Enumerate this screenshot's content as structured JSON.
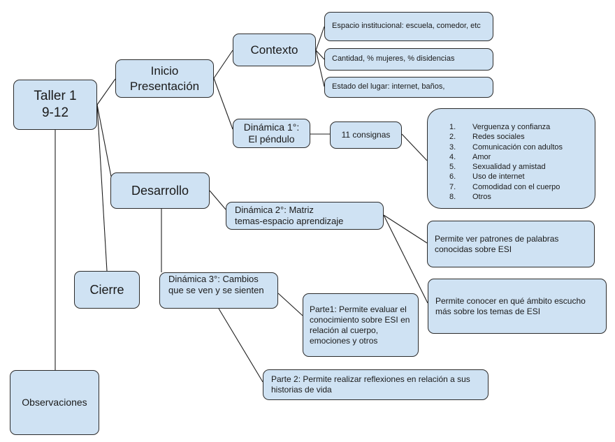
{
  "nodes": {
    "taller": "Taller 1\n9-12",
    "observaciones": "Observaciones",
    "inicio": "Inicio\nPresentación",
    "desarrollo": "Desarrollo",
    "cierre": "Cierre",
    "contexto": "Contexto",
    "espacio": "Espacio institucional: escuela, comedor, etc",
    "cantidad": "Cantidad, % mujeres, % disidencias",
    "estado": "Estado del lugar: internet, baños,",
    "dinamica1": "Dinámica 1°:\nEl péndulo",
    "consignas": "11 consignas",
    "dinamica2": "Dinámica 2°: Matriz\ntemas-espacio aprendizaje",
    "patrones": "Permite ver patrones de palabras conocidas sobre ESI",
    "ambito": "Permite conocer en qué ámbito escucho más sobre los temas de ESI",
    "dinamica3": "Dinámica 3°: Cambios que se ven y se sienten",
    "parte1": "Parte1: Permite evaluar el conocimiento sobre ESI en relación al cuerpo, emociones y otros",
    "parte2": "Parte 2: Permite realizar reflexiones en relación a sus historias de vida"
  },
  "consignas_list": [
    {
      "num": "1.",
      "text": "Verguenza y confianza"
    },
    {
      "num": "2.",
      "text": "Redes sociales"
    },
    {
      "num": "3.",
      "text": "Comunicación con adultos"
    },
    {
      "num": "4.",
      "text": "Amor"
    },
    {
      "num": "5.",
      "text": "Sexualidad y amistad"
    },
    {
      "num": "6.",
      "text": "Uso de internet"
    },
    {
      "num": "7.",
      "text": "Comodidad con el cuerpo"
    },
    {
      "num": "8.",
      "text": "Otros"
    }
  ],
  "colors": {
    "node_fill": "#cfe2f3",
    "node_border": "#2b2b2b",
    "line": "#1f1f1f"
  }
}
